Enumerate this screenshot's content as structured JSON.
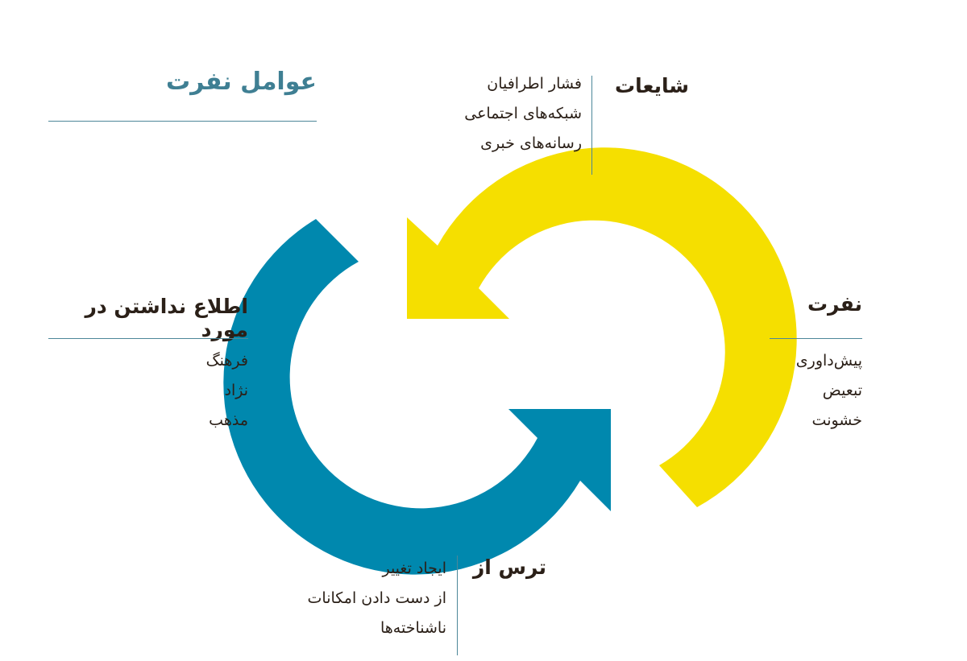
{
  "title": "عوامل نفرت",
  "colors": {
    "yellow": "#F5DF00",
    "blue": "#0088AE",
    "accent": "#3f7f93",
    "rule": "#4d8799"
  },
  "groups": {
    "rumors": {
      "heading": "شایعات",
      "items": [
        "فشار اطرافیان",
        "شبکه‌های اجتماعی",
        "رسانه‌های خبری"
      ]
    },
    "hate": {
      "heading": "نفرت",
      "items": [
        "پیش‌داوری",
        "تبعیض",
        "خشونت"
      ]
    },
    "ignorance": {
      "heading": "اطلاع نداشتن در مورد",
      "items": [
        "فرهنگ",
        "نژاد",
        "مذهب"
      ]
    },
    "fear": {
      "heading": "ترس از",
      "items": [
        "ایجاد تغییر",
        "از دست دادن امکانات",
        "ناشناخته‌ها"
      ]
    }
  }
}
